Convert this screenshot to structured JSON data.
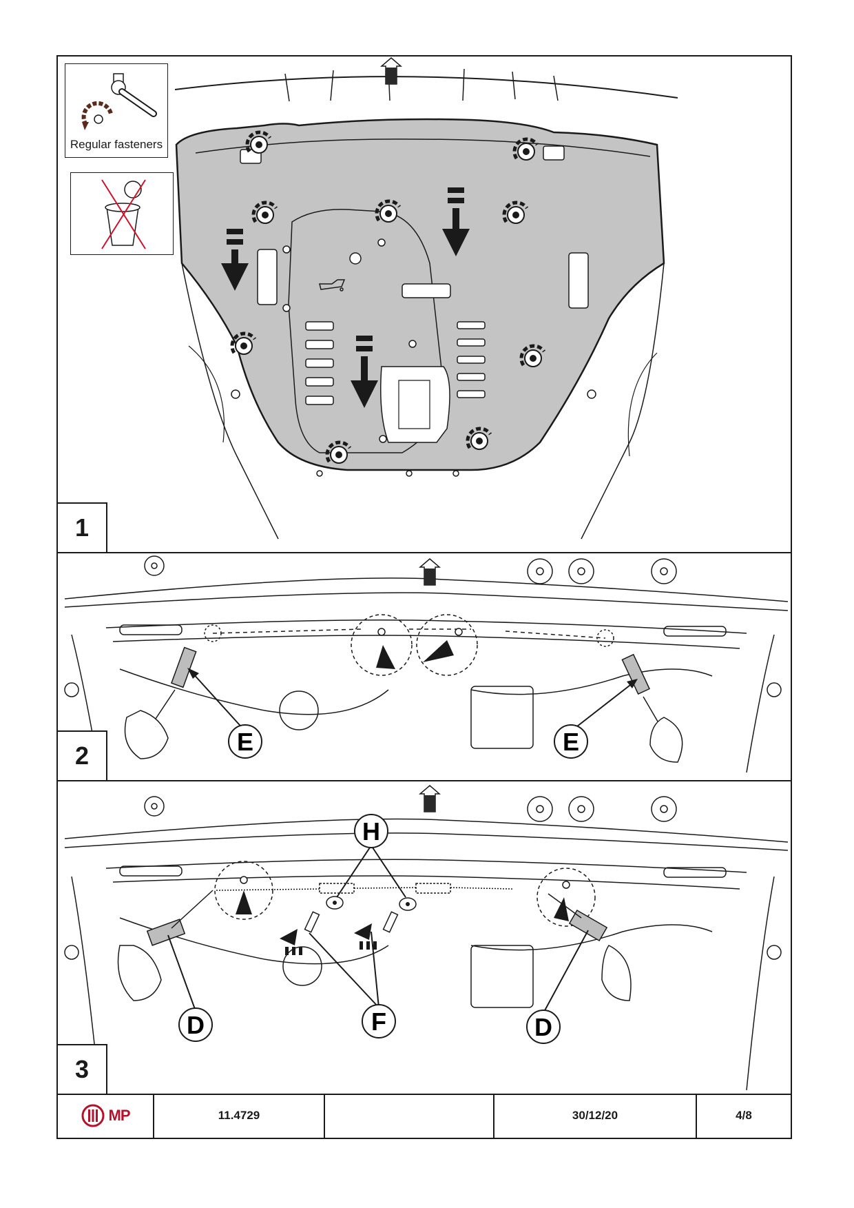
{
  "legend": {
    "regular_fasteners": "Regular fasteners",
    "ratchet_icon": "ratchet-wrench-icon",
    "no_disposal_icon": "no-trash-bin-icon"
  },
  "panels": [
    {
      "number": "1",
      "fwd_label": "FWD"
    },
    {
      "number": "2",
      "fwd_label": "FWD",
      "callouts": [
        "E",
        "E"
      ]
    },
    {
      "number": "3",
      "fwd_label": "FWD",
      "callouts": [
        "H",
        "F",
        "D",
        "D"
      ]
    }
  ],
  "footer": {
    "logo": "MP",
    "part_number": "11.4729",
    "blank": "",
    "date": "30/12/20",
    "page": "4/8"
  },
  "colors": {
    "guard_fill": "#c4c4c4",
    "line": "#1a1a1a",
    "logo_red": "#b5122a",
    "cross_red": "#d0102a"
  }
}
